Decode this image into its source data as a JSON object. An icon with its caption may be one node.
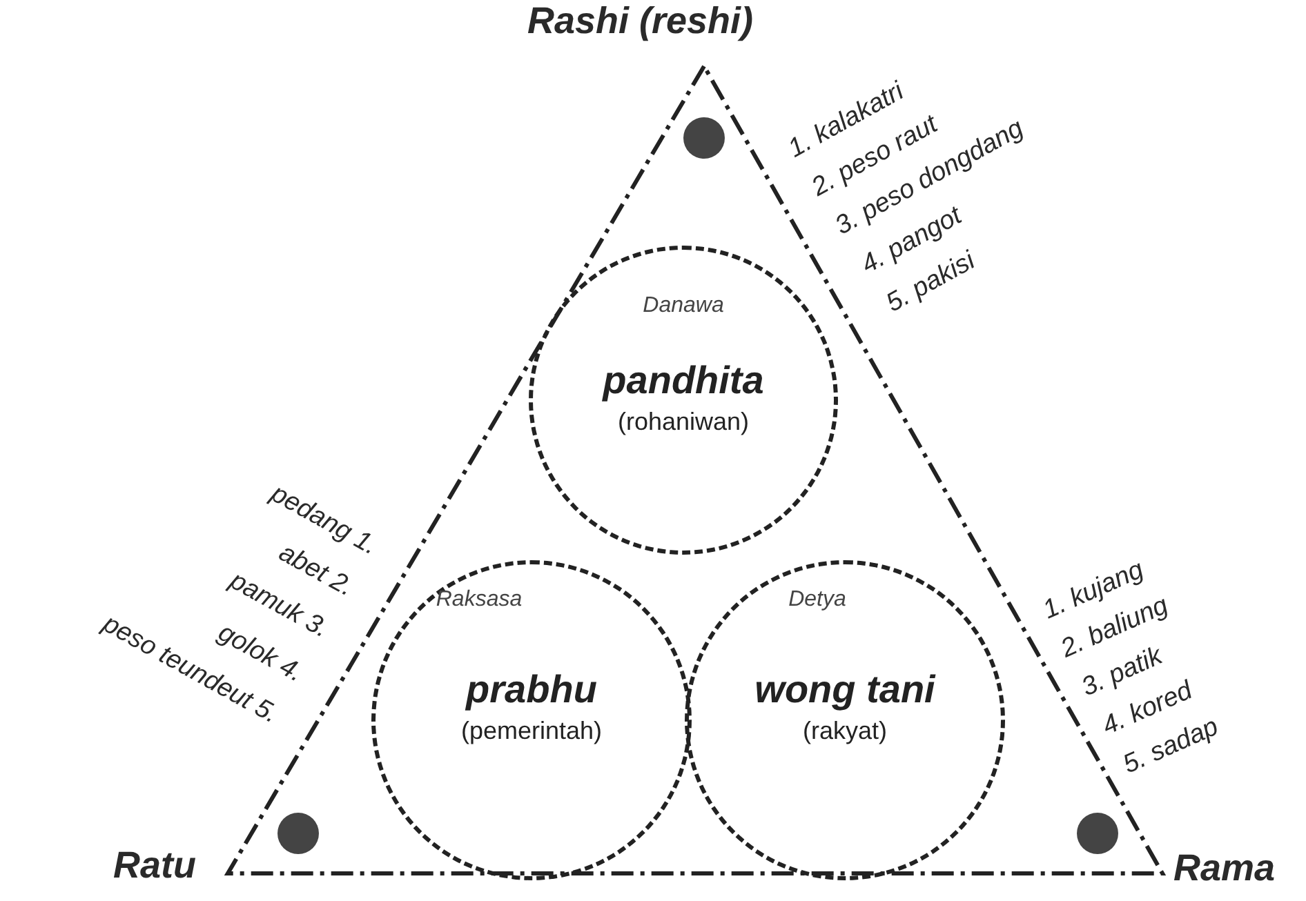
{
  "diagram": {
    "nodes": [
      {
        "text": [
          "Danawa",
          "pandhita",
          "(rohaniwan)"
        ]
      },
      {
        "text": [
          "Raksasa",
          "prabhu",
          "(pemerintah)"
        ]
      },
      {
        "text": [
          "Detya",
          "wong tani",
          "(rakyat)"
        ]
      }
    ],
    "labels": [
      "Rashi (reshi)",
      "1. kalakatri",
      "2. peso raut",
      "3. peso dongdang",
      "4. pangot",
      "5. pakisi",
      "pedang 1.",
      "abet 2.",
      "pamuk 3.",
      "golok 4.",
      "peso teundeut 5.",
      "1. kujang",
      "2. baliung",
      "3. patik",
      "4. kored",
      "5. sadap",
      "Ratu",
      "Rama"
    ]
  }
}
